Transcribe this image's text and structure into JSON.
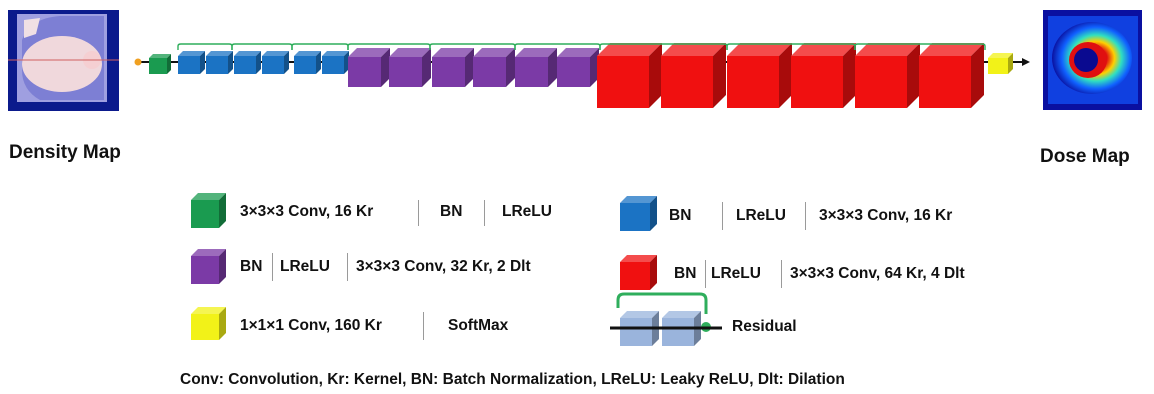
{
  "input_label": "Density Map",
  "output_label": "Dose Map",
  "legend": {
    "green_block": [
      "3×3×3 Conv, 16 Kr",
      "BN",
      "LReLU"
    ],
    "blue_block": [
      "BN",
      "LReLU",
      "3×3×3 Conv, 16 Kr"
    ],
    "purple_block": [
      "BN",
      "LReLU",
      "3×3×3 Conv, 32 Kr, 2 Dlt"
    ],
    "red_block": [
      "BN",
      "LReLU",
      "3×3×3 Conv, 64 Kr, 4 Dlt"
    ],
    "yellow_block": [
      "1×1×1 Conv, 160 Kr",
      "SoftMax"
    ],
    "residual": "Residual"
  },
  "footnote": "Conv: Convolution,  Kr: Kernel,   BN: Batch Normalization, LReLU: Leaky ReLU, Dlt: Dilation",
  "colors": {
    "green": "#1a9b50",
    "blue": "#1b73c4",
    "purple": "#7b3aa6",
    "red": "#f01010",
    "yellow": "#f2f218",
    "residual_block": "#9ab4dc",
    "skip_line": "#2fae5c"
  }
}
